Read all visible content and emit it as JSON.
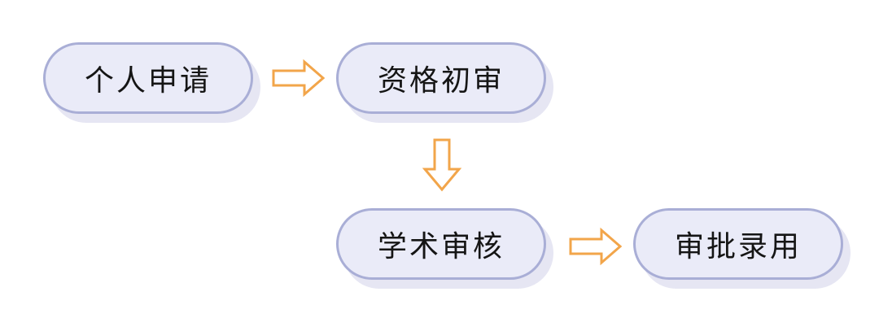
{
  "flow": {
    "nodes": [
      {
        "id": "n1",
        "label": "个人申请"
      },
      {
        "id": "n2",
        "label": "资格初审"
      },
      {
        "id": "n3",
        "label": "学术审核"
      },
      {
        "id": "n4",
        "label": "审批录用"
      }
    ],
    "edges": [
      {
        "from": "n1",
        "to": "n2",
        "direction": "right"
      },
      {
        "from": "n2",
        "to": "n3",
        "direction": "down"
      },
      {
        "from": "n3",
        "to": "n4",
        "direction": "right"
      }
    ]
  },
  "colors": {
    "node_fill": "#eaebf8",
    "node_border": "#a9aed6",
    "node_shadow": "#e6e6f3",
    "arrow_outline": "#f2a54a",
    "text": "#151515"
  }
}
